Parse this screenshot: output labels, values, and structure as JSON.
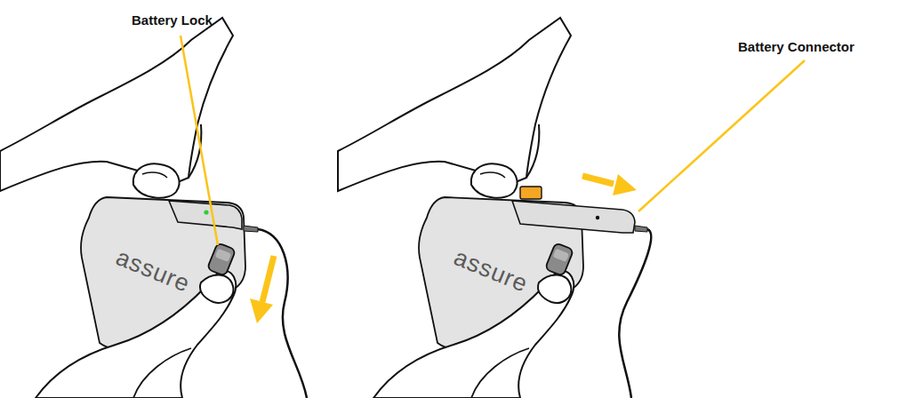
{
  "diagram": {
    "labels": [
      "Battery Lock",
      "assure",
      "Battery Connector",
      "assure"
    ]
  }
}
